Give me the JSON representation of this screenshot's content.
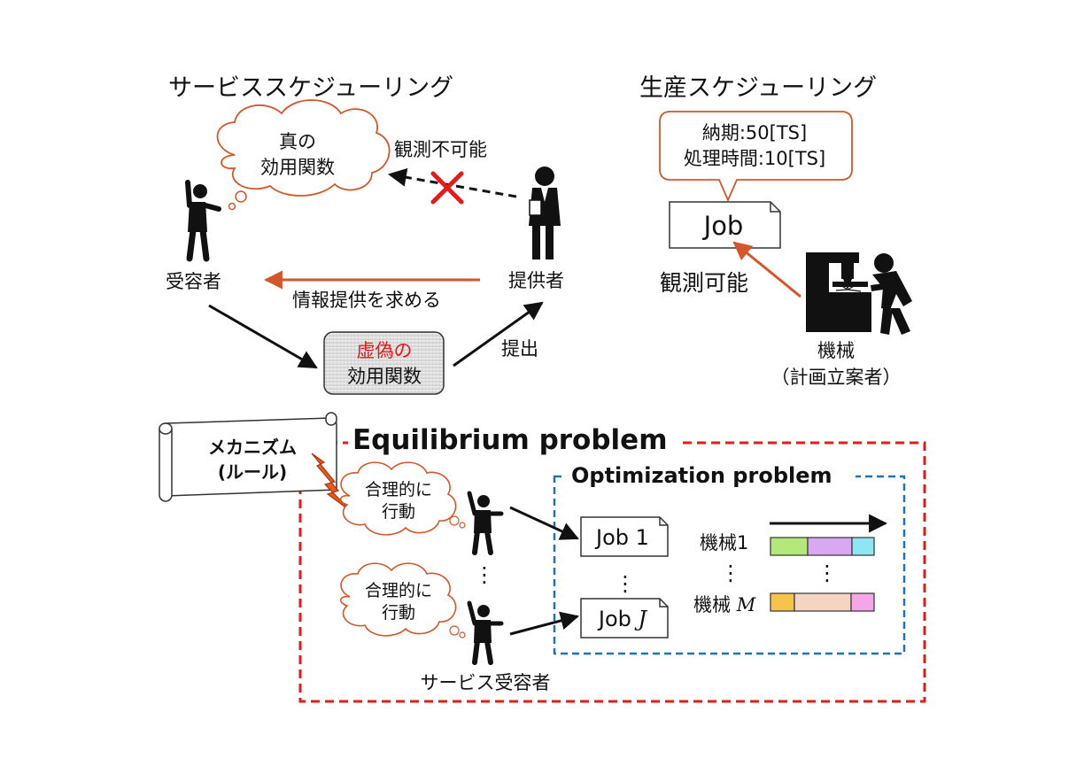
{
  "service_scheduling": {
    "title": "サービススケジューリング",
    "true_utility": [
      "真の",
      "効用関数"
    ],
    "unobservable": "観測不可能",
    "receiver": "受容者",
    "provider": "提供者",
    "request_info": "情報提供を求める",
    "false_utility_red": "虚偽の",
    "false_utility": "効用関数",
    "submit": "提出"
  },
  "production_scheduling": {
    "title": "生産スケジューリング",
    "due_date": "納期:50[TS]",
    "processing_time": "処理時間:10[TS]",
    "job": "Job",
    "observable": "観測可能",
    "machine": "機械",
    "planner": "（計画立案者）"
  },
  "lower": {
    "mechanism": "メカニズム",
    "rule": "(ルール)",
    "equilibrium_title": "Equilibrium problem",
    "optimization_title": "Optimization problem",
    "rational_1": [
      "合理的に",
      "行動"
    ],
    "rational_2": [
      "合理的に",
      "行動"
    ],
    "job_1": "Job 1",
    "job_j_prefix": "Job ",
    "job_j_var": "J",
    "machine_1": "機械1",
    "machine_m_prefix": "機械 ",
    "machine_m_var": "M",
    "service_receiver": "サービス受容者",
    "vdots": "⋮"
  },
  "colors": {
    "red": "#e21b1b",
    "orange": "#d2572a",
    "blue": "#2072b8",
    "gantt_row1": [
      "#b4e87a",
      "#d8a8f0",
      "#8ee6f4"
    ],
    "gantt_row2": [
      "#f6c44c",
      "#f6d4c4",
      "#f4a6e6"
    ]
  }
}
